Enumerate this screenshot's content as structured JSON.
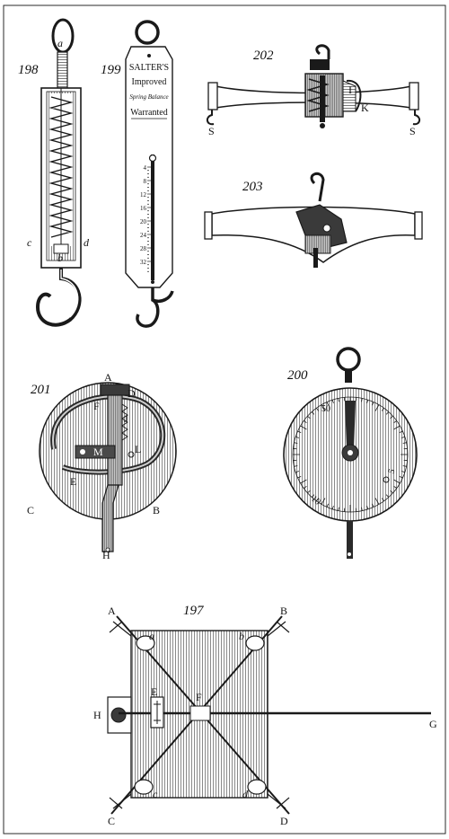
{
  "figures": {
    "fig198": {
      "number": "198",
      "labels": {
        "a": "a",
        "c": "c",
        "d": "d",
        "b": "b"
      }
    },
    "fig199": {
      "number": "199",
      "maker": "SALTER'S",
      "line1": "Improved",
      "line2": "Spring Balance",
      "line3": "Warranted",
      "scale_ticks": [
        "4",
        "8",
        "12",
        "16",
        "20",
        "24",
        "28",
        "32"
      ]
    },
    "fig202": {
      "number": "202",
      "labels": {
        "S1": "S",
        "S2": "S",
        "I": "I",
        "K": "K"
      }
    },
    "fig203": {
      "number": "203"
    },
    "fig201": {
      "number": "201",
      "labels": {
        "A": "A",
        "D": "D",
        "F": "F",
        "J": "J",
        "M": "M",
        "L": "L",
        "E": "E",
        "C": "C",
        "B": "B",
        "H": "H"
      }
    },
    "fig200": {
      "number": "200",
      "dial_marks": [
        "50",
        "5",
        "10"
      ]
    },
    "fig197": {
      "number": "197",
      "labels": {
        "A": "A",
        "B": "B",
        "C": "C",
        "D": "D",
        "E": "E",
        "F": "F",
        "G": "G",
        "H": "H"
      },
      "corner_labels": {
        "a": "a",
        "b": "b",
        "c": "c",
        "d": "d"
      }
    }
  },
  "colors": {
    "ink": "#1a1a1a",
    "hatch": "#8a8a8a",
    "paper": "#ffffff",
    "shade": "#b8b8b8"
  }
}
